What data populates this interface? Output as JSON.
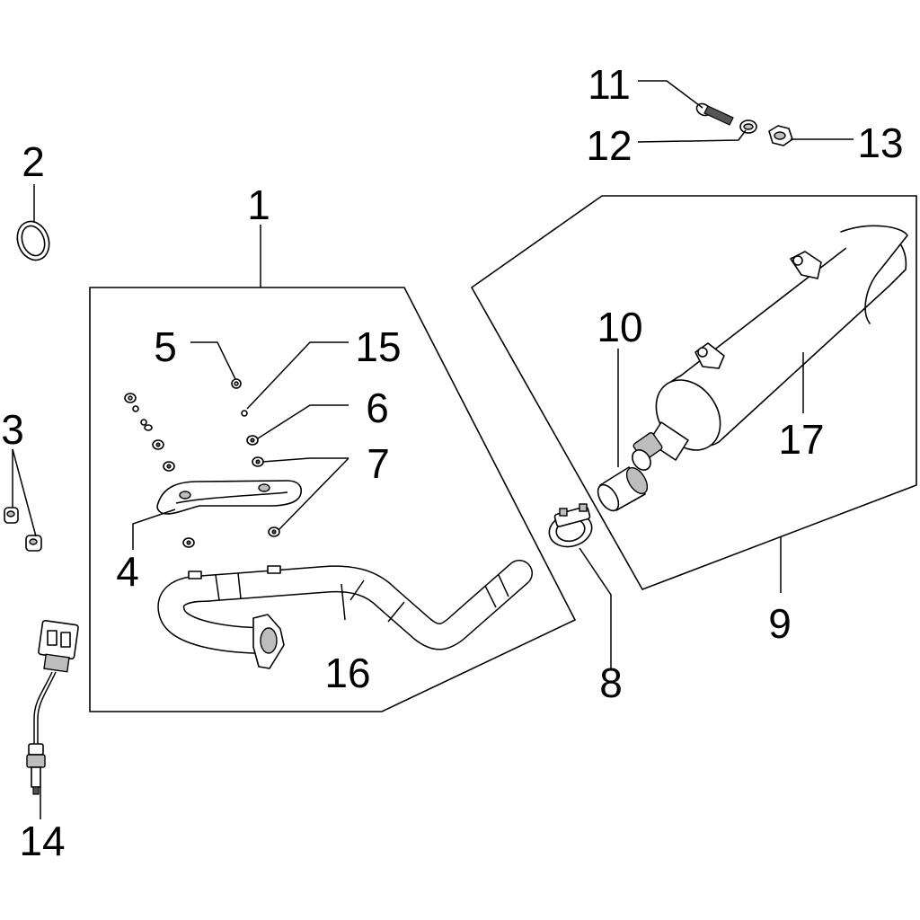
{
  "callouts": {
    "c1": "1",
    "c2": "2",
    "c3": "3",
    "c4": "4",
    "c5": "5",
    "c6": "6",
    "c7": "7",
    "c8": "8",
    "c9": "9",
    "c10": "10",
    "c11": "11",
    "c12": "12",
    "c13": "13",
    "c14": "14",
    "c15": "15",
    "c16": "16",
    "c17": "17"
  },
  "colors": {
    "line": "#000000",
    "fill": "#ffffff",
    "shade": "#bdbdbd",
    "dark": "#555555"
  }
}
